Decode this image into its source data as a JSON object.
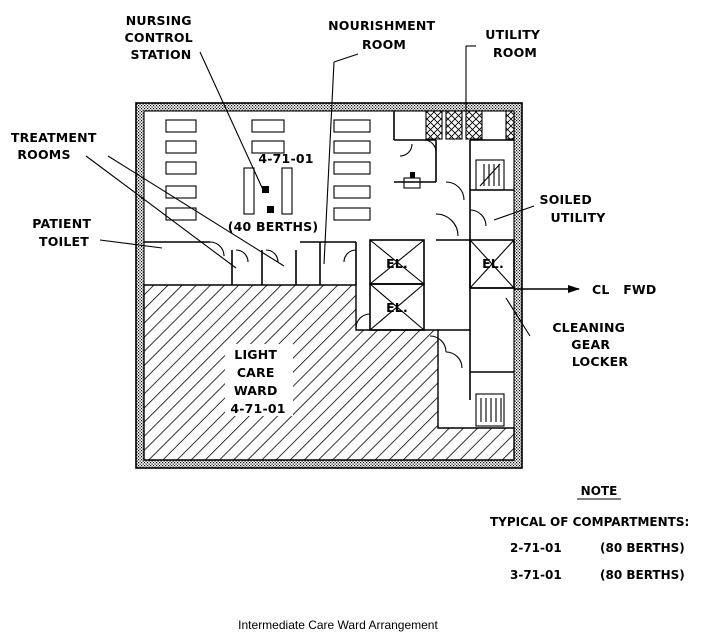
{
  "labels": {
    "nursing_control_station": [
      "NURSING",
      "CONTROL",
      "STATION"
    ],
    "nourishment_room": [
      "NOURISHMENT",
      "ROOM"
    ],
    "utility_room": [
      "UTILITY",
      "ROOM"
    ],
    "treatment_rooms": [
      "TREATMENT",
      "ROOMS"
    ],
    "soiled_utility": [
      "SOILED",
      "UTILITY"
    ],
    "patient_toilet": [
      "PATIENT",
      "TOILET"
    ],
    "cleaning_gear_locker": [
      "CLEANING",
      "GEAR",
      "LOCKER"
    ],
    "compartment_id": "4-71-01",
    "berths": "(40 BERTHS)",
    "elevator_1": "EL.",
    "elevator_2": "EL.",
    "elevator_3": "EL.",
    "light_care_ward": [
      "LIGHT",
      "CARE",
      "WARD",
      "4-71-01"
    ],
    "cl_fwd": "CL   FWD"
  },
  "note": {
    "heading": "NOTE",
    "intro": "TYPICAL OF COMPARTMENTS:",
    "rows": [
      {
        "compartment": "2-71-01",
        "berths": "(80 BERTHS)"
      },
      {
        "compartment": "3-71-01",
        "berths": "(80 BERTHS)"
      }
    ]
  },
  "caption": "Intermediate Care Ward Arrangement"
}
